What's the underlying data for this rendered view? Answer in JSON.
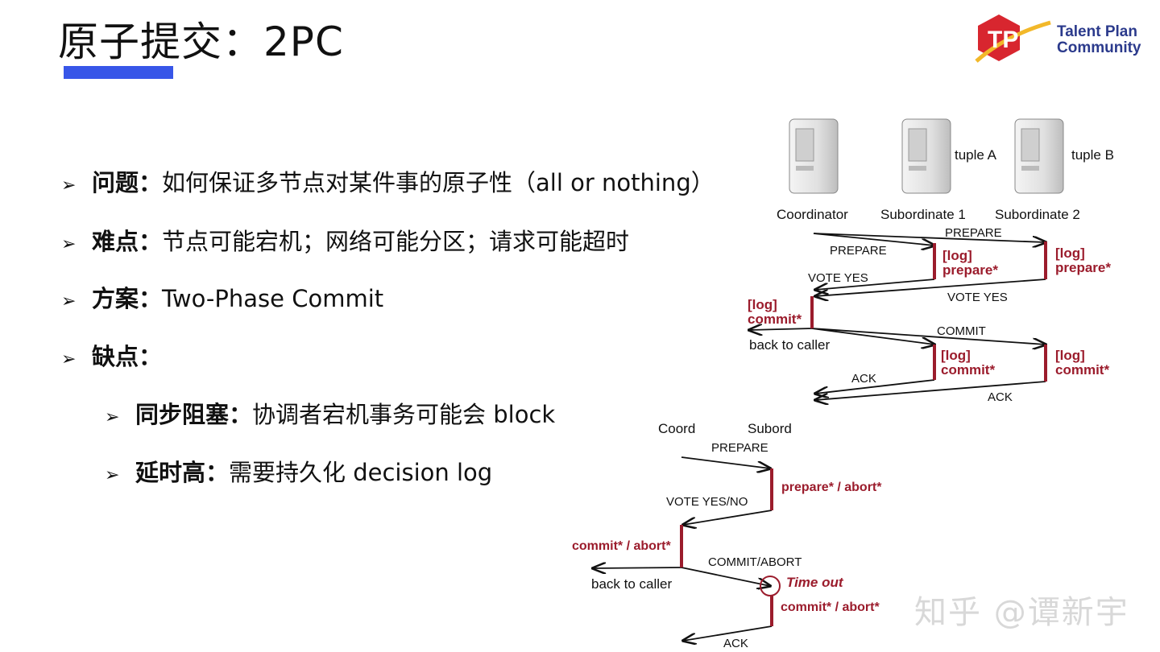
{
  "slide": {
    "title": "原子提交：2PC",
    "accent_color": "#3856e8"
  },
  "logo": {
    "line1": "Talent Plan",
    "line2": "Community",
    "icon": "tp-hexagon-logo"
  },
  "bullets": [
    {
      "label": "问题：",
      "text": "如何保证多节点对某件事的原子性（all or nothing）"
    },
    {
      "label": "难点：",
      "text": "节点可能宕机；网络可能分区；请求可能超时"
    },
    {
      "label": "方案：",
      "text": "Two-Phase Commit"
    },
    {
      "label": "缺点：",
      "text": ""
    }
  ],
  "sub_bullets": [
    {
      "label": "同步阻塞：",
      "text": "协调者宕机事务可能会 block"
    },
    {
      "label": "延时高：",
      "text": "需要持久化 decision log"
    }
  ],
  "bullet_glyph": "➢",
  "diagram1": {
    "nodes": {
      "coordinator": "Coordinator",
      "sub1": "Subordinate 1",
      "sub2": "Subordinate 2",
      "tuple_a": "tuple A",
      "tuple_b": "tuple B"
    },
    "messages": {
      "prepare_left": "PREPARE",
      "prepare_right": "PREPARE",
      "vote_yes_left": "VOTE YES",
      "vote_yes_right": "VOTE YES",
      "commit": "COMMIT",
      "back_to_caller": "back to caller",
      "ack_left": "ACK",
      "ack_right": "ACK"
    },
    "logs": {
      "log_tag": "[log]",
      "prepare": "prepare*",
      "commit": "commit*"
    }
  },
  "diagram2": {
    "coord": "Coord",
    "subord": "Subord",
    "prepare": "PREPARE",
    "prepare_log": "prepare* / abort*",
    "vote": "VOTE YES/NO",
    "coord_log": "commit* / abort*",
    "commit_abort": "COMMIT/ABORT",
    "back_to_caller": "back to caller",
    "timeout": "Time out",
    "sub_log": "commit* / abort*",
    "ack": "ACK"
  },
  "watermark": "知乎 @谭新宇",
  "colors": {
    "log_red": "#9b1c2c",
    "timeout_circle": "#9b1c2c"
  }
}
